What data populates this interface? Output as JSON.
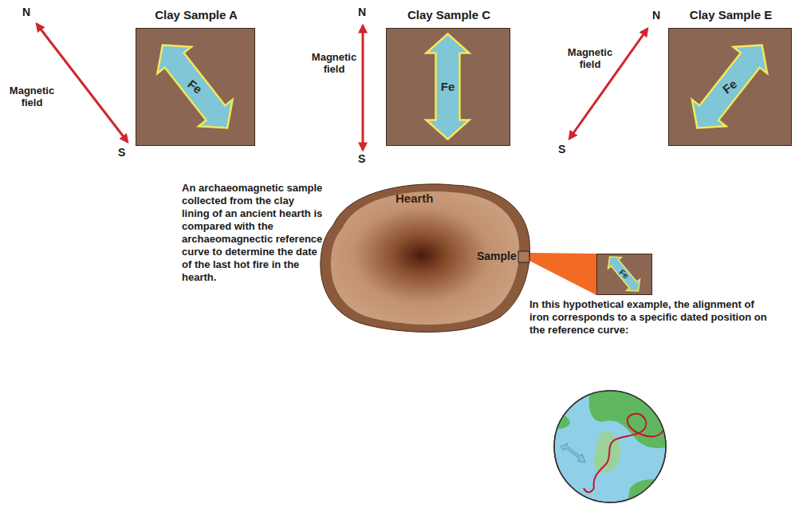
{
  "diagram": {
    "nodes": [
      {
        "text": [
          "Clay Sample A",
          "Fe"
        ]
      },
      {
        "text": [
          "Clay Sample C",
          "Fe"
        ]
      },
      {
        "text": [
          "Clay Sample E",
          "Fe"
        ]
      },
      {
        "text": [
          "Hearth"
        ]
      },
      {
        "text": [
          "Fe"
        ]
      }
    ],
    "edges": [
      {
        "from": 3,
        "to": 4,
        "arrow": "none"
      }
    ],
    "labels": [
      "N",
      "Magnetic field",
      "S",
      "N",
      "Magnetic field",
      "S",
      "N",
      "Magnetic field",
      "S",
      "An archaeomagnetic sample collected from the clay lining of an ancient hearth is compared with the archaeomagnectic reference curve to determine the date of the last hot fire in the hearth.",
      "Sample",
      "In this hypothetical example, the alignment of iron corresponds to a specific dated position on the reference curve:"
    ]
  }
}
